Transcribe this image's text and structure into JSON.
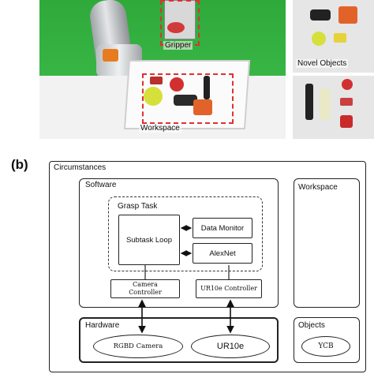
{
  "photo": {
    "gripper_label": "Gripper",
    "workspace_label": "Workspace",
    "novel_objects_label": "Novel Objects"
  },
  "diagram": {
    "panel_label": "(b)",
    "circumstances": "Circumstances",
    "software": "Software",
    "grasp_task": "Grasp Task",
    "subtask_loop": "Subtask Loop",
    "data_monitor": "Data Monitor",
    "alexnet": "AlexNet",
    "camera_controller_line1": "Camera",
    "camera_controller_line2": "Controller",
    "ur10e_controller": "UR10e Controller",
    "workspace": "Workspace",
    "hardware": "Hardware",
    "rgbd_camera": "RGBD Camera",
    "ur10e": "UR10e",
    "objects": "Objects",
    "ycb": "YCB"
  },
  "colors": {
    "highlight_dashed": "#e03030",
    "green_screen": "#38b545",
    "line": "#222222"
  }
}
